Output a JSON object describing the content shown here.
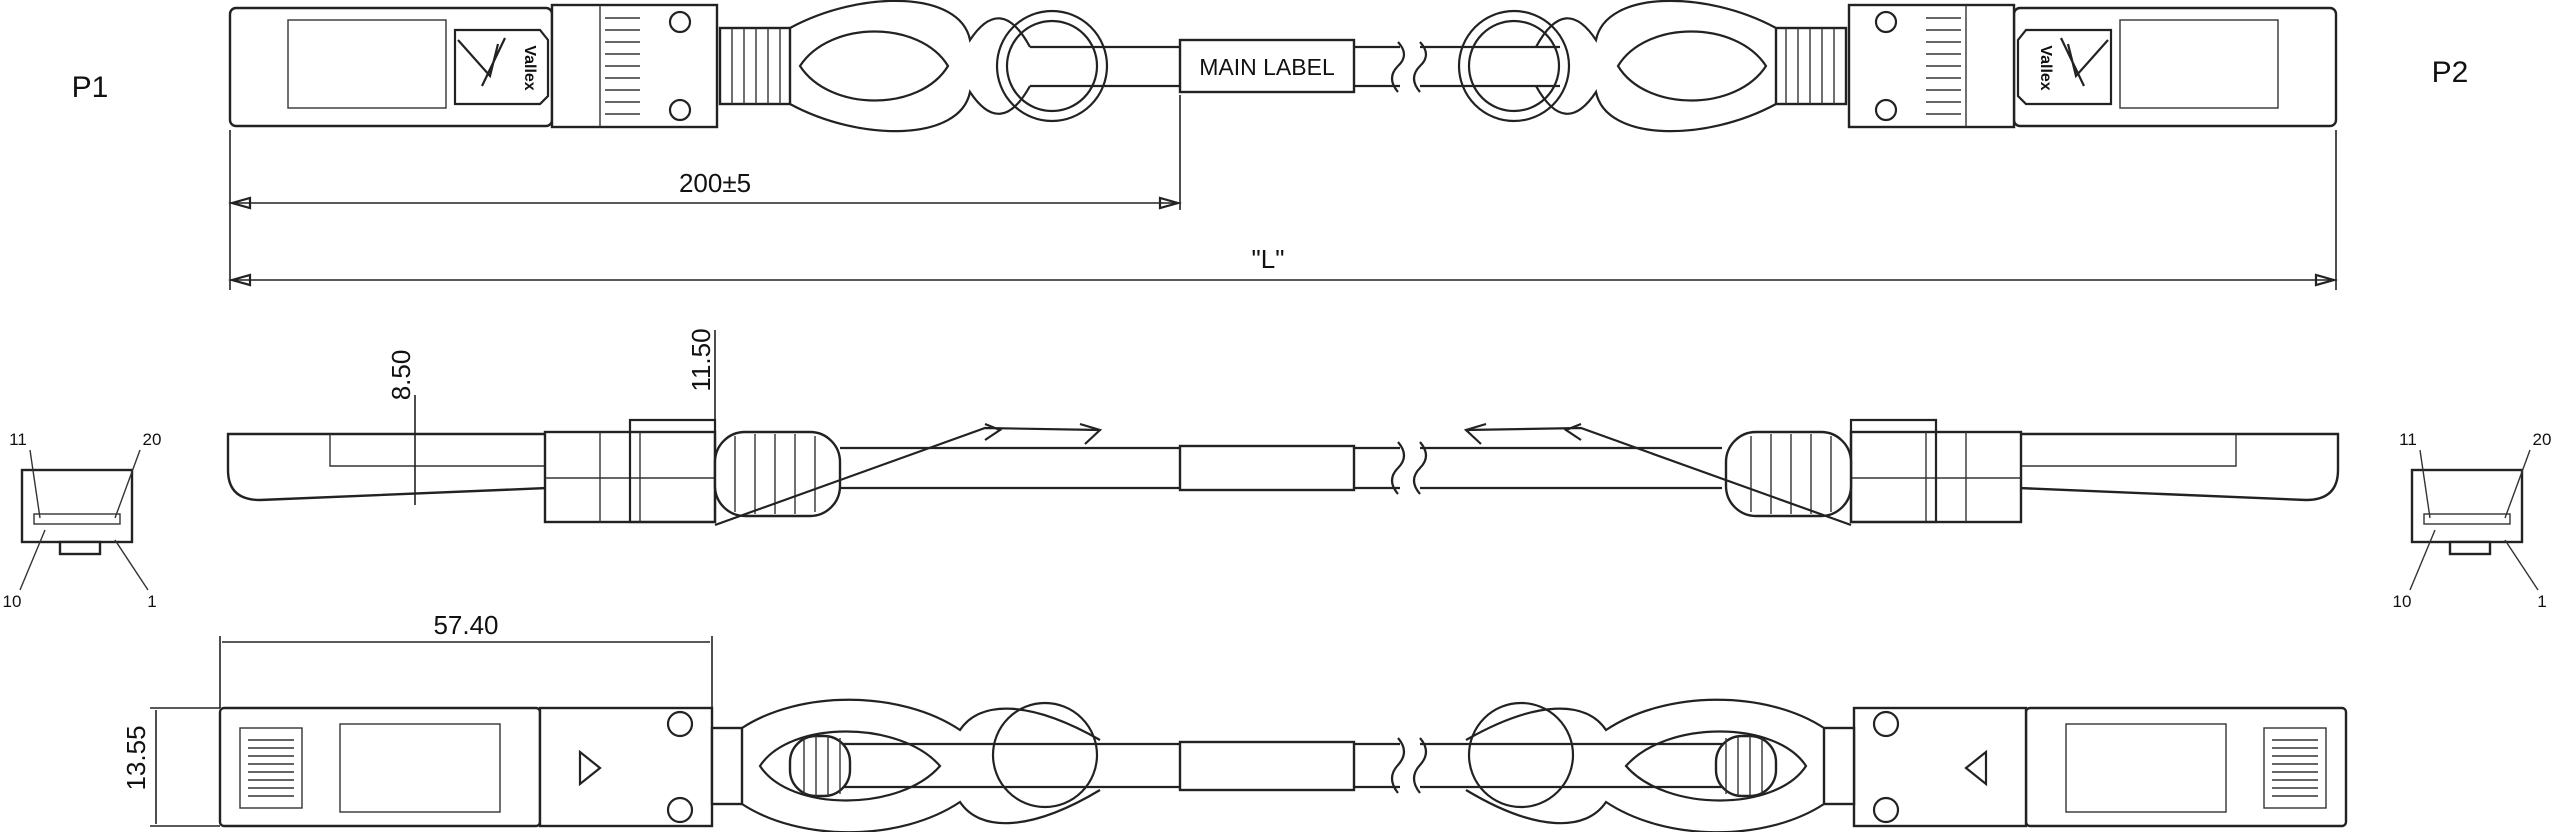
{
  "drawing": {
    "ports": {
      "left": "P1",
      "right": "P2"
    },
    "main_label": "MAIN LABEL",
    "brand": "Vallex",
    "dimensions": {
      "label_offset": "200±5",
      "cable_length": "\"L\"",
      "height_1": "8.50",
      "height_2": "11.50",
      "plug_length": "57.40",
      "plug_width": "13.55"
    },
    "pins": {
      "top_left": "11",
      "top_right": "20",
      "bottom_left": "10",
      "bottom_right": "1"
    }
  }
}
